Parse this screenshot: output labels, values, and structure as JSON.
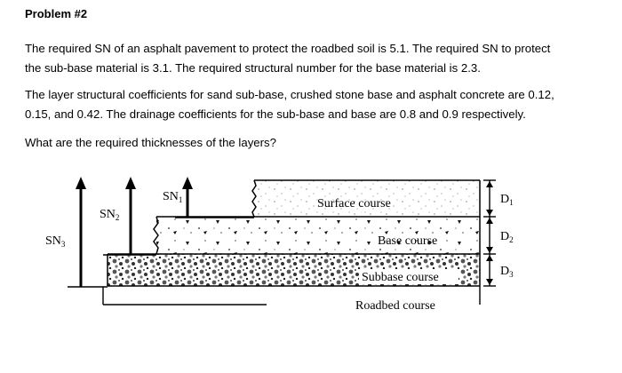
{
  "problem": {
    "title": "Problem #2",
    "paragraph1_line1": "The required SN of an asphalt pavement to protect the roadbed soil is 5.1.  The required SN to protect",
    "paragraph1_line2": "the sub-base material is 3.1.  The required structural number for the base material is 2.3.",
    "paragraph2_line1": "The layer structural coefficients for sand sub-base, crushed stone base and asphalt concrete are 0.12,",
    "paragraph2_line2": "0.15, and 0.42. The drainage coefficients for the sub-base and base are 0.8 and 0.9 respectively.",
    "question": "What are the required thicknesses of the layers?"
  },
  "diagram": {
    "layers": {
      "surface": "Surface course",
      "base": "Base course",
      "subbase": "Subbase course",
      "roadbed": "Roadbed course"
    },
    "sn_labels": {
      "sn1": "SN",
      "sn1_sub": "1",
      "sn2": "SN",
      "sn2_sub": "2",
      "sn3": "SN",
      "sn3_sub": "3"
    },
    "depth_labels": {
      "d1": "D",
      "d1_sub": "1",
      "d2": "D",
      "d2_sub": "2",
      "d3": "D",
      "d3_sub": "3"
    },
    "colors": {
      "ink": "#000000",
      "paper": "#ffffff",
      "aggregate": "#555555"
    }
  }
}
